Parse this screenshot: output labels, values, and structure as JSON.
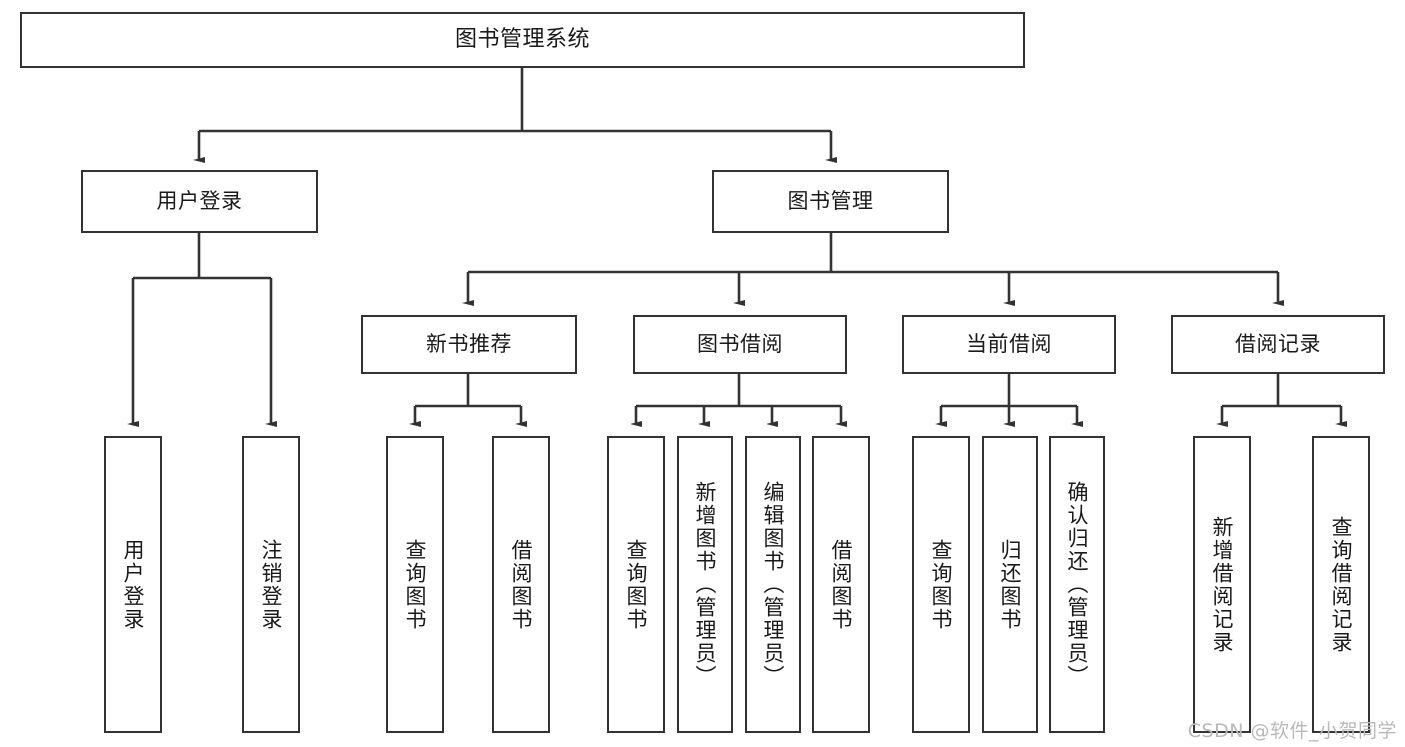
{
  "diagram": {
    "title": "图书管理系统",
    "watermark": "CSDN @软件_小贺同学",
    "line_color": "#333333",
    "box_fill": "#ffffff",
    "text_color": "#1a1a1a",
    "nodes": {
      "root": {
        "label": "图书管理系统"
      },
      "l2": [
        {
          "label": "用户登录"
        },
        {
          "label": "图书管理"
        }
      ],
      "l3": [
        {
          "label": "新书推荐"
        },
        {
          "label": "图书借阅"
        },
        {
          "label": "当前借阅"
        },
        {
          "label": "借阅记录"
        }
      ],
      "leaves_user_login": [
        {
          "label": "用户登录"
        },
        {
          "label": "注销登录"
        }
      ],
      "leaves_new_books": [
        {
          "label": "查询图书"
        },
        {
          "label": "借阅图书"
        }
      ],
      "leaves_book_borrow": [
        {
          "label": "查询图书"
        },
        {
          "label": "新增图书（管理员）"
        },
        {
          "label": "编辑图书（管理员）"
        },
        {
          "label": "借阅图书"
        }
      ],
      "leaves_current_borrow": [
        {
          "label": "查询图书"
        },
        {
          "label": "归还图书"
        },
        {
          "label": "确认归还（管理员）"
        }
      ],
      "leaves_borrow_records": [
        {
          "label": "新增借阅记录"
        },
        {
          "label": "查询借阅记录"
        }
      ]
    }
  }
}
